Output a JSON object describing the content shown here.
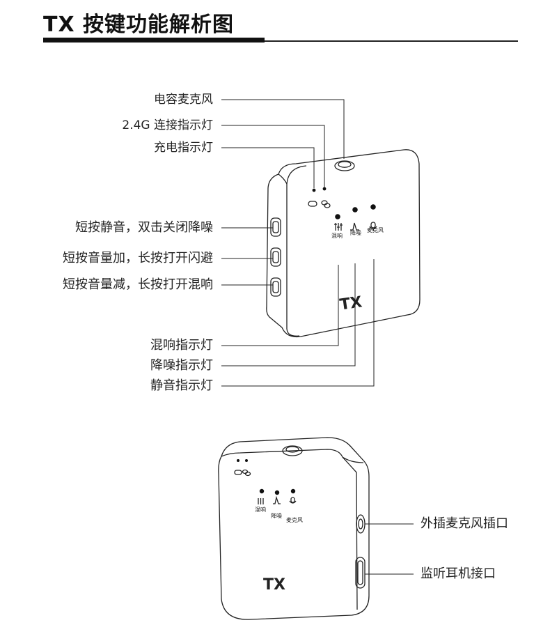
{
  "title": "TX 按键功能解析图",
  "top_view": {
    "callouts_upper": [
      "电容麦克风",
      "2.4G 连接指示灯",
      "充电指示灯"
    ],
    "callouts_left": [
      "短按静音，双击关闭降噪",
      "短按音量加，长按打开闪避",
      "短按音量减，长按打开混响"
    ],
    "callouts_lower": [
      "混响指示灯",
      "降噪指示灯",
      "静音指示灯"
    ]
  },
  "device": {
    "brand": "TX",
    "led_labels": [
      "混响",
      "降噪",
      "麦克风"
    ]
  },
  "bottom_view": {
    "callouts_right": [
      "外插麦克风插口",
      "监听耳机接口"
    ]
  }
}
